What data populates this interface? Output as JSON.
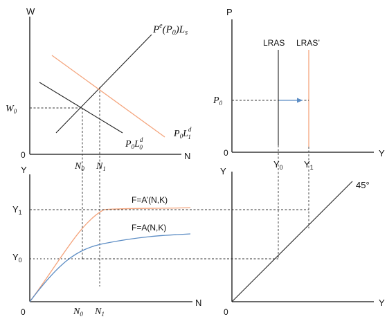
{
  "colors": {
    "black": "#222222",
    "orange": "#f4a47c",
    "blue": "#5b8cc4",
    "arrow": "#5b8cc4"
  },
  "labor_market": {
    "y_axis": "W",
    "x_axis": "N",
    "origin": "0",
    "wage_label": "W",
    "wage_sub": "0",
    "supply_label_main": "P",
    "supply_label_sup": "e",
    "supply_label_mid": "(P",
    "supply_label_mid_sub": "0",
    "supply_label_end": ")L",
    "supply_label_end_sub": "s",
    "demand0_main": "P",
    "demand0_sub1": "0",
    "demand0_L": "L",
    "demand0_sup": "d",
    "demand0_sub2": "0",
    "demand1_main": "P",
    "demand1_sub1": "0",
    "demand1_L": "L",
    "demand1_sup": "d",
    "demand1_sub2": "1",
    "n0_main": "N",
    "n0_sub": "0",
    "n1_main": "N",
    "n1_sub": "1"
  },
  "price_panel": {
    "y_axis": "P",
    "x_axis": "Y",
    "origin": "0",
    "lras": "LRAS",
    "lras_prime": "LRAS’",
    "p0_main": "P",
    "p0_sub": "0",
    "y0_main": "Y",
    "y0_sub": "0",
    "y1_main": "Y",
    "y1_sub": "1"
  },
  "production": {
    "y_axis": "Y",
    "x_axis": "N",
    "origin": "0",
    "f_prime": "F=A’(N,K)",
    "f": "F=A(N,K)",
    "y1_main": "Y",
    "y1_sub": "1",
    "y0_main": "Y",
    "y0_sub": "0",
    "n0_main": "N",
    "n0_sub": "0",
    "n1_main": "N",
    "n1_sub": "1"
  },
  "line_panel": {
    "y_axis": "Y",
    "x_axis": "Y",
    "origin": "0",
    "angle": "45°"
  }
}
